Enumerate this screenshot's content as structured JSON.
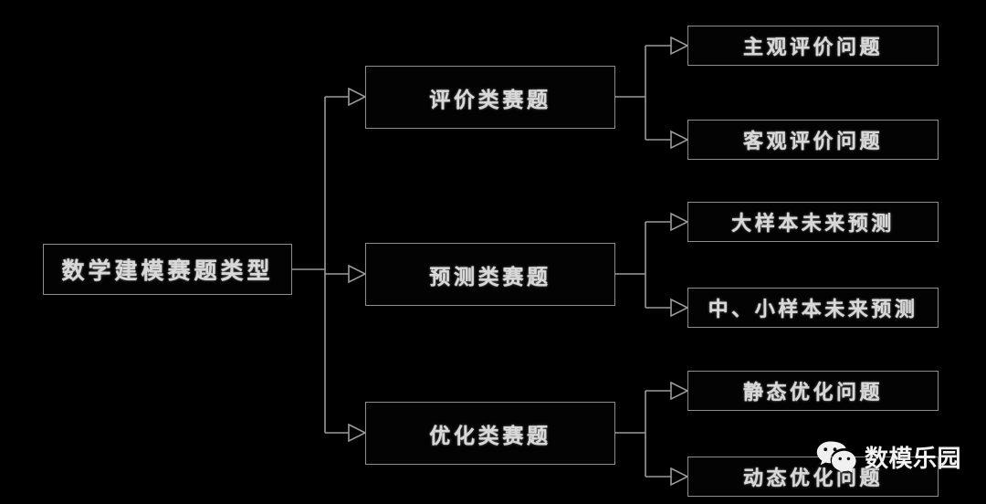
{
  "diagram": {
    "root": {
      "label": "数学建模赛题类型"
    },
    "branches": [
      {
        "label": "评价类赛题",
        "children": [
          {
            "label": "主观评价问题"
          },
          {
            "label": "客观评价问题"
          }
        ]
      },
      {
        "label": "预测类赛题",
        "children": [
          {
            "label": "大样本未来预测"
          },
          {
            "label": "中、小样本未来预测"
          }
        ]
      },
      {
        "label": "优化类赛题",
        "children": [
          {
            "label": "静态优化问题"
          },
          {
            "label": "动态优化问题"
          }
        ]
      }
    ]
  },
  "watermark": {
    "text": "数模乐园",
    "icon": "wechat-icon"
  },
  "colors": {
    "background": "#000000",
    "border": "#8e8e8e",
    "text": "#d8d8d8",
    "connector": "#9a9a9a",
    "watermark_text": "#f2f2f2"
  }
}
